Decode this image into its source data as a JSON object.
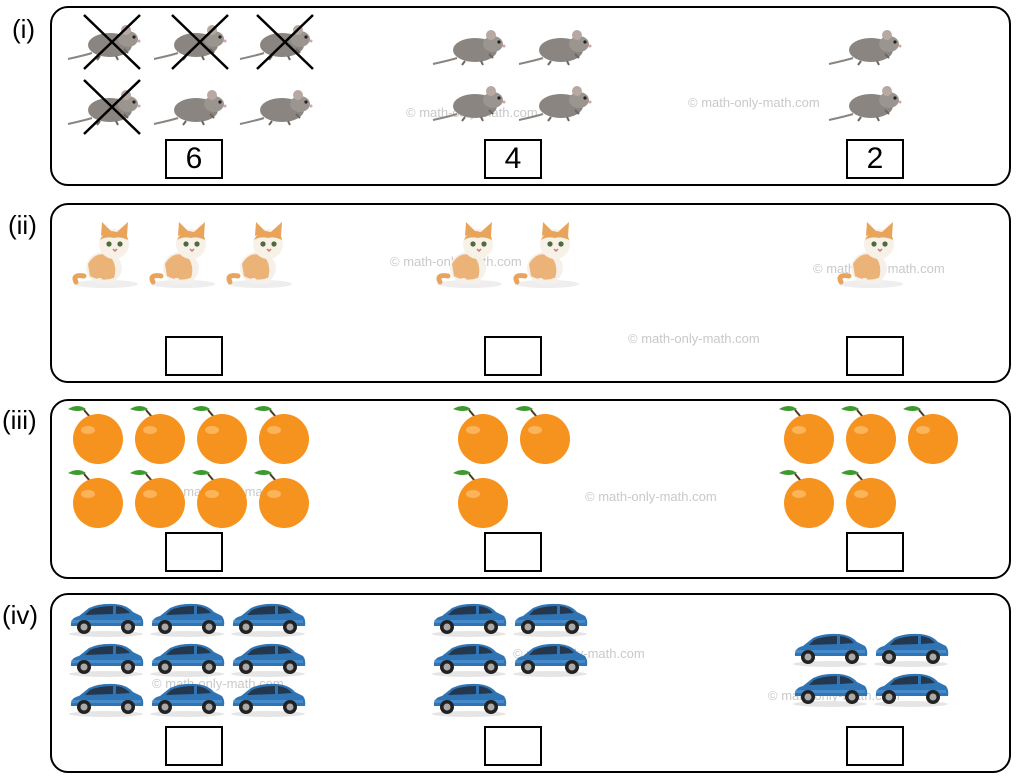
{
  "watermark": "© math-only-math.com",
  "icons": {
    "mouse": "mouse-icon",
    "kitten": "kitten-icon",
    "orange": "orange-icon",
    "car": "car-icon",
    "cross": "cross-out-icon"
  },
  "colors": {
    "mouse": "#8a8580",
    "kitten": "#e8a45a",
    "orange": "#f6921e",
    "leaf": "#3d9a2e",
    "car": "#2f74b5",
    "border": "#000000"
  },
  "rows": [
    {
      "label": "(i)",
      "item": "mouse",
      "groups": [
        {
          "count": 6,
          "crossed": 4,
          "answer": "6"
        },
        {
          "count": 4,
          "answer": "4"
        },
        {
          "count": 2,
          "answer": "2"
        }
      ]
    },
    {
      "label": "(ii)",
      "item": "kitten",
      "groups": [
        {
          "count": 3,
          "answer": ""
        },
        {
          "count": 2,
          "answer": ""
        },
        {
          "count": 1,
          "answer": ""
        }
      ]
    },
    {
      "label": "(iii)",
      "item": "orange",
      "groups": [
        {
          "count": 8,
          "answer": ""
        },
        {
          "count": 3,
          "answer": ""
        },
        {
          "count": 5,
          "answer": ""
        }
      ]
    },
    {
      "label": "(iv)",
      "item": "car",
      "groups": [
        {
          "count": 9,
          "answer": ""
        },
        {
          "count": 5,
          "answer": ""
        },
        {
          "count": 4,
          "answer": ""
        }
      ]
    }
  ]
}
